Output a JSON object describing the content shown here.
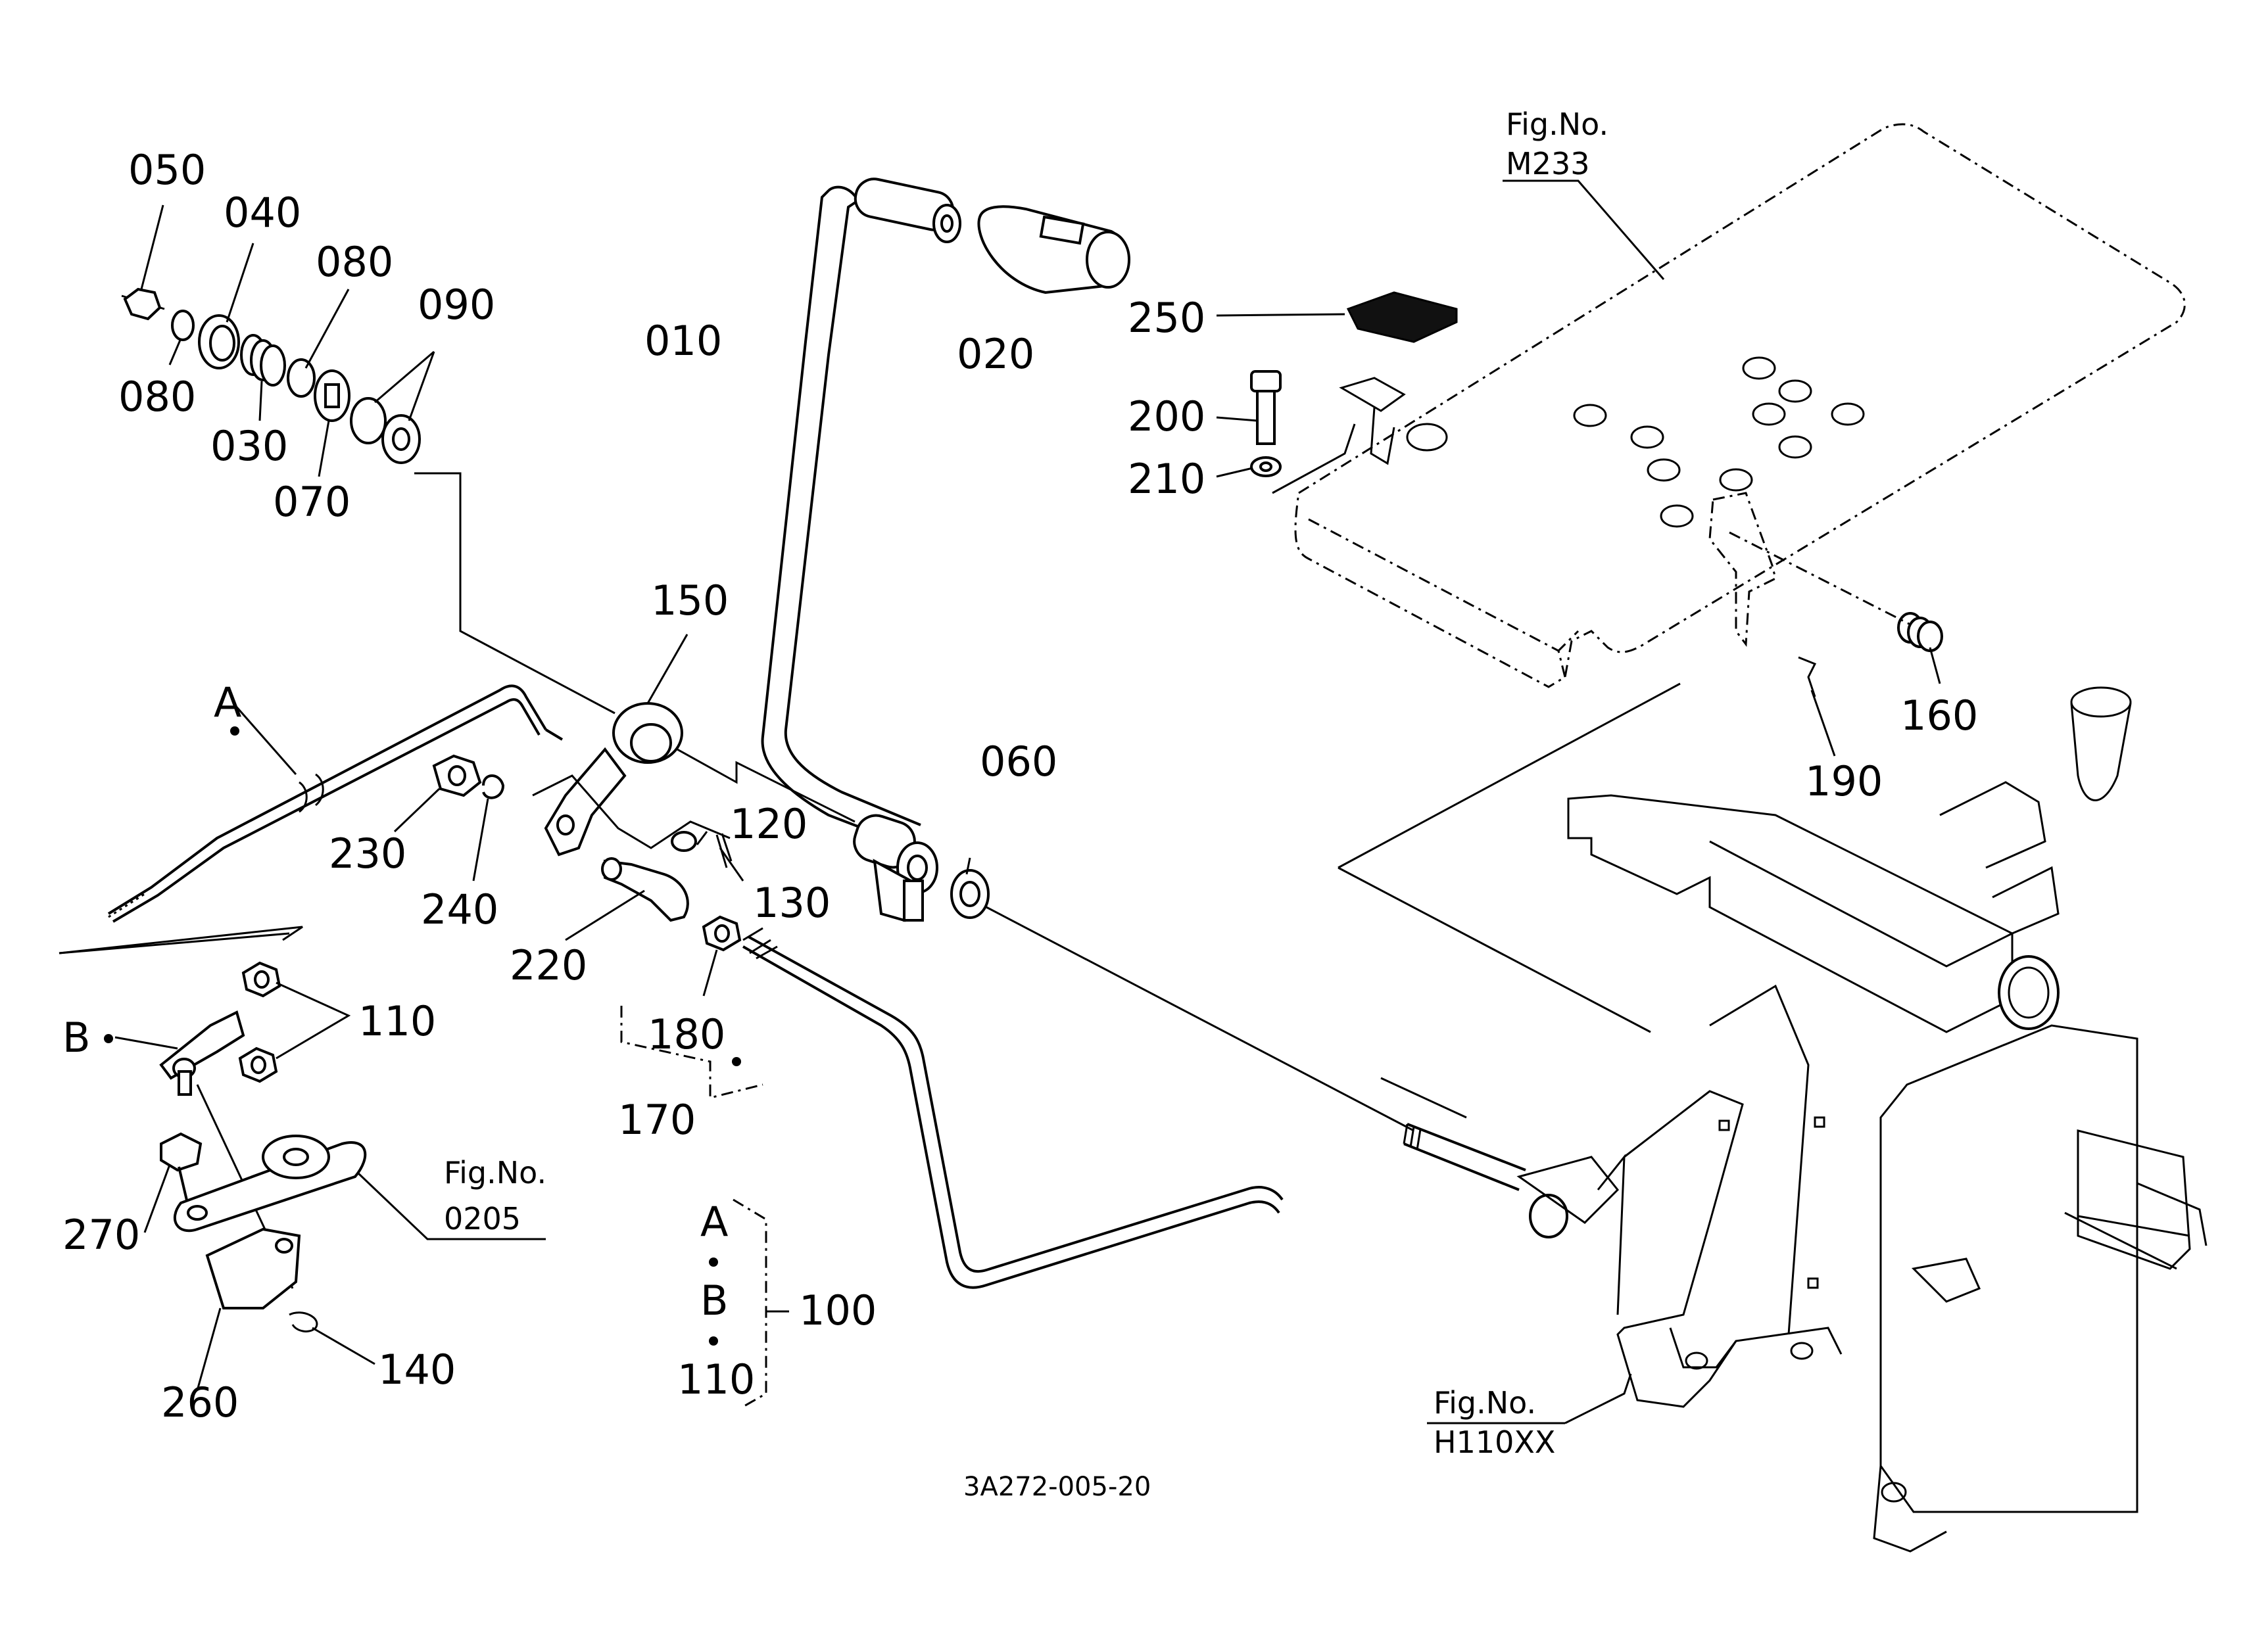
{
  "diagram": {
    "drawing_number": "3A272-005-20",
    "part_numbers": {
      "p010": "010",
      "p020": "020",
      "p030": "030",
      "p040": "040",
      "p050": "050",
      "p060": "060",
      "p070": "070",
      "p080a": "080",
      "p080b": "080",
      "p090": "090",
      "p100": "100",
      "p110a": "110",
      "p110b": "110",
      "p120": "120",
      "p130": "130",
      "p140": "140",
      "p150": "150",
      "p160": "160",
      "p170": "170",
      "p180": "180",
      "p190": "190",
      "p200": "200",
      "p210": "210",
      "p220": "220",
      "p230": "230",
      "p240": "240",
      "p250": "250",
      "p260": "260",
      "p270": "270"
    },
    "refs": {
      "a": "A",
      "b": "B",
      "a_kit": "A",
      "b_kit": "B"
    },
    "fig_refs": {
      "m233_label": "Fig.No.",
      "m233_value": "M233",
      "f0205_label": "Fig.No.",
      "f0205_value": "0205",
      "h110xx_label": "Fig.No.",
      "h110xx_value": "H110XX"
    }
  }
}
